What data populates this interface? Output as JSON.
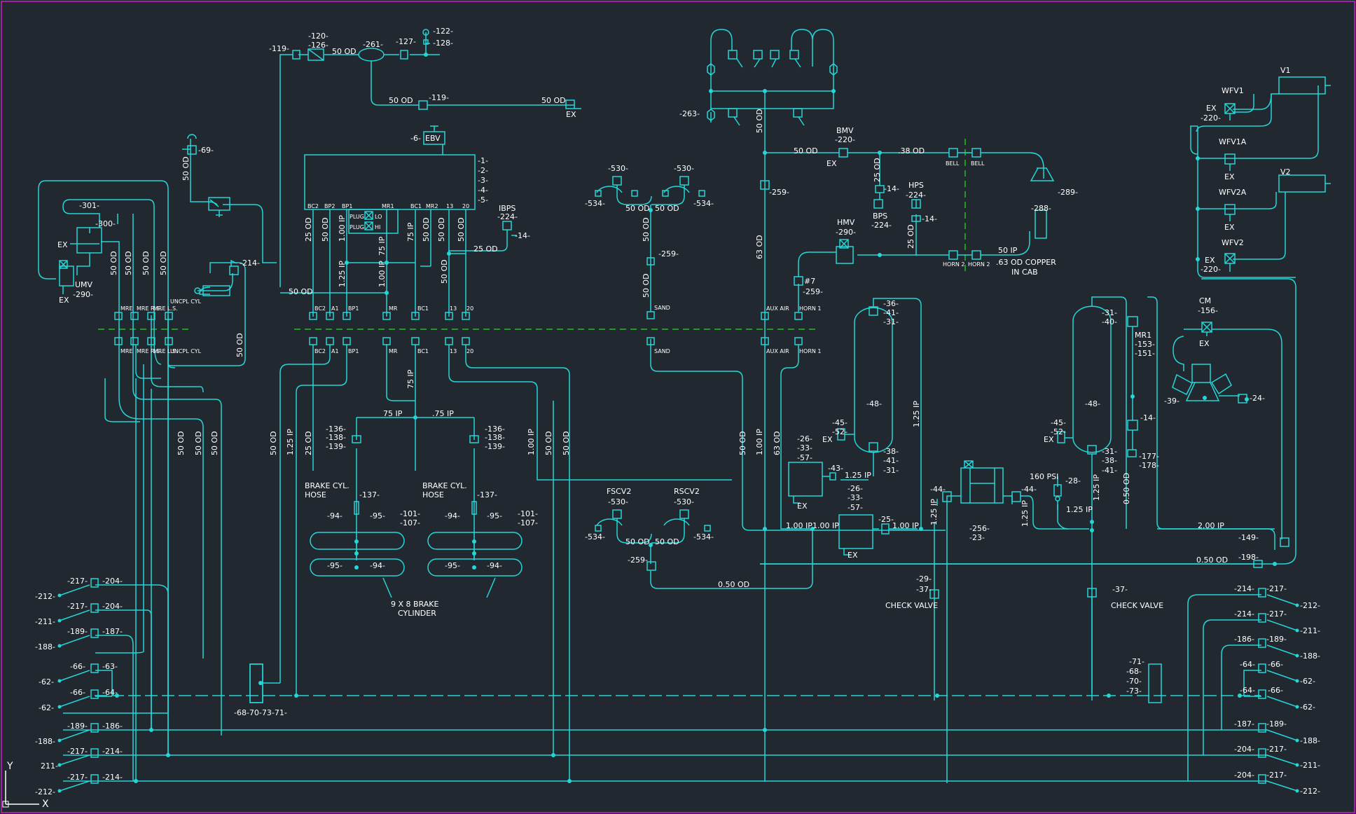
{
  "colors": {
    "background": "#212830",
    "line": "#25d6d6",
    "text": "#ffffff",
    "border": "#a020a0",
    "split": "#1fbf1f"
  },
  "ucs": {
    "y": "Y",
    "x": "X"
  },
  "top": {
    "tags": [
      "-120-",
      "-126-",
      "-119-",
      "50 OD",
      "-261-",
      "-127-",
      "-122-",
      "-128-",
      "50 OD",
      "-119-",
      "50 OD",
      "EX"
    ]
  },
  "ebv": {
    "label": "EBV",
    "tag": "-6-",
    "outputs": [
      "-1-",
      "-2-",
      "-3-",
      "-4-",
      "-5-"
    ],
    "ports": [
      "BC2",
      "BP2",
      "BP1",
      "MR1",
      "BC1",
      "MR2",
      "13",
      "20"
    ],
    "plugs": [
      "PLUG",
      "PLUG",
      "LO",
      "HI"
    ]
  },
  "ibps": {
    "label": "IBPS",
    "tags": [
      "-224-",
      "-14-",
      "25 OD"
    ]
  },
  "left": {
    "tags": [
      "-301-",
      "-300-",
      "EX",
      "UMV",
      "EX",
      "-290-",
      "-69-",
      "-214-",
      "50 OD",
      "50 OD"
    ],
    "ports_top": [
      "MRE",
      "MRE R.S.",
      "MRE L.S.",
      "UNCPL CYL"
    ],
    "ports_bot": [
      "MRE",
      "MRE R.S.",
      "MRE L.S.",
      "UNCPL CYL"
    ],
    "sizes": [
      "50 OD",
      "50 OD",
      "50 OD",
      "50 OD",
      "50 OD",
      "50 OD",
      "50 OD"
    ]
  },
  "center": {
    "sizes": [
      "25 OD",
      "50 OD",
      "1.00 IP",
      "1.25 IP",
      "75 IP",
      "1.00 IP",
      "75 IP",
      "50 OD",
      "50 OD",
      "50 OD",
      "50 OD",
      "75 IP",
      "25 OD",
      "1.25 IP",
      "50 OD",
      "1.00 IP",
      "50 OD",
      "50 OD",
      "50 OD"
    ],
    "ports_top": [
      "BC2",
      "A1",
      "BP1",
      "MR",
      "BC1",
      "13",
      "20"
    ],
    "ports_bot": [
      "BC2",
      "A1",
      "BP1",
      "MR",
      "BC1",
      "13",
      "20"
    ],
    "brake": [
      "75 IP",
      ".75 IP",
      "-136-",
      "-138-",
      "-139-",
      "-136-",
      "-138-",
      "-139-",
      "BRAKE CYL.",
      "HOSE",
      "-137-",
      "BRAKE CYL.",
      "HOSE",
      "-137-",
      "-94-",
      "-95-",
      "-101-",
      "-107-",
      "-94-",
      "-95-",
      "-101-",
      "-107-",
      "-95-",
      "-94-",
      "-95-",
      "-94-",
      "9 X 8 BRAKE",
      "CYLINDER"
    ]
  },
  "sanders": {
    "tags": [
      "-530-",
      "-534-",
      "-530-",
      "-534-",
      "50 OD",
      "50 OD",
      "50 OD",
      "-259-",
      "50 OD",
      "SAND",
      "SAND"
    ]
  },
  "fscv": {
    "tags": [
      "FSCV2",
      "-530-",
      "-534-",
      "RSCV2",
      "-530-",
      "-534-",
      "50 OD",
      "50 OD",
      "-259-",
      "0.50 OD"
    ]
  },
  "bell_horn": {
    "tags": [
      "-263-",
      "50 OD",
      "BMV",
      "-220-",
      "EX",
      "50 OD",
      ".38 OD",
      "BELL",
      "BELL",
      "-289-",
      "-259-",
      "25 OD",
      "-14-",
      "BPS",
      "-224-",
      "HPS",
      "-224-",
      "-14-",
      "25 OD",
      "HMV",
      "-290-",
      "HORN 2",
      "HORN 2",
      "50 IP",
      ".63 OD COPPER",
      "IN CAB",
      "-288-",
      "63 OD",
      "#7",
      "-259-",
      "AUX AIR",
      "HORN 1",
      "AUX AIR",
      "HORN 1",
      "50 OD",
      "1.00 IP",
      "63 OD"
    ]
  },
  "reservoirs": {
    "tags": [
      "-36-",
      "-41-",
      "-31-",
      "-48-",
      "-45-",
      "-52-",
      "EX",
      "-38-",
      "-41-",
      "-31-",
      "1.25 IP",
      "-26-",
      "-33-",
      "-57-",
      "EX",
      "-43-",
      "1.25 IP",
      "-26-",
      "-33-",
      "-57-",
      "EX",
      "1.00 IP",
      "1.00 IP",
      "-25-",
      "1.00 IP",
      "-31-",
      "-40-",
      "-48-",
      "-45-",
      "-52-",
      "EX",
      "-31-",
      "-38-",
      "-41-",
      "MR1",
      "-153-",
      "-151-",
      "-14-",
      "-177-",
      "-178-",
      "0.50 OD",
      "1.25 IP"
    ]
  },
  "compressor": {
    "tags": [
      "CM",
      "-156-",
      "EX",
      "-39-",
      "-24-",
      "-44-",
      "-44-",
      "-256-",
      "-23-",
      "160 PSI",
      "-28-",
      "1.25 IP",
      "1.25 IP",
      "1.25 IP",
      "2.00 IP",
      "-149-",
      "0.50 OD",
      "-198-",
      "-29-",
      "-37-",
      "CHECK VALVE",
      "-37-",
      "CHECK VALVE"
    ]
  },
  "right": {
    "tags": [
      "V1",
      "WFV1",
      "EX",
      "-220-",
      "WFV1A",
      "EX",
      "V2",
      "WFV2A",
      "EX",
      "WFV2",
      "EX",
      "-220-"
    ]
  },
  "cocks_left": [
    "-217-",
    "-204-",
    "-212-",
    "-217-",
    "-204-",
    "-211-",
    "-189-",
    "-187-",
    "-188-",
    "-66-",
    "-63-",
    "-62-",
    "-66-",
    "-64-",
    "-62-",
    "-189-",
    "-186-",
    "-188-",
    "-217-",
    "-214-",
    "211-",
    "-217-",
    "-214-",
    "-212-"
  ],
  "cocks_right": [
    "-214-",
    "-217-",
    "-212-",
    "-214-",
    "-217-",
    "-211-",
    "-186-",
    "-189-",
    "-188-",
    "-64-",
    "-66-",
    "-62-",
    "-64-",
    "-66-",
    "-62-",
    "-187-",
    "-189-",
    "-188-",
    "-204-",
    "-217-",
    "-211-",
    "-204-",
    "-217-",
    "-212-"
  ],
  "strainers": {
    "left": "-68-70-73-71-",
    "right": [
      "-71-",
      "-68-",
      "-70-",
      "-73-"
    ]
  }
}
